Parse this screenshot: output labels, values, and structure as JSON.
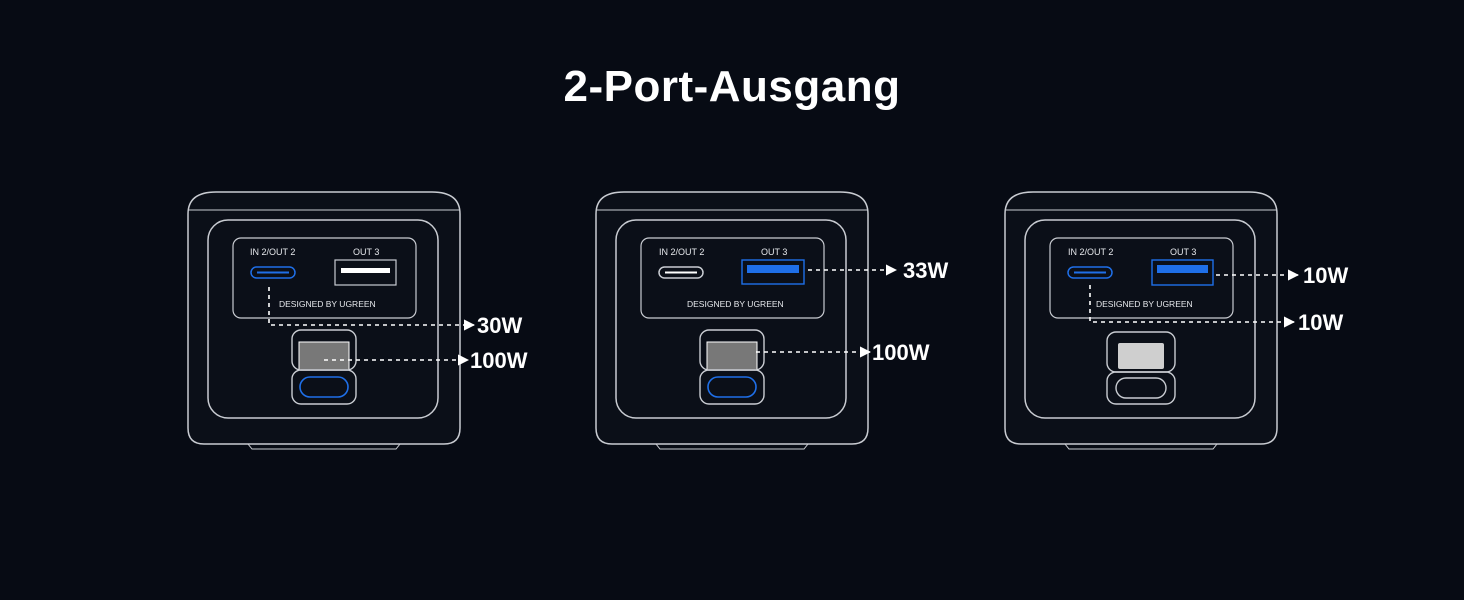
{
  "title": "2-Port-Ausgang",
  "port_labels": {
    "in_out_2": "IN 2/OUT 2",
    "out_3": "OUT 3"
  },
  "brand_text": "DESIGNED BY UGREEN",
  "devices": [
    {
      "active_ports": [
        "usb-c-in2-out2",
        "ac-outlet"
      ],
      "ratings": {
        "usb_c": "30W",
        "ac": "100W"
      }
    },
    {
      "active_ports": [
        "usb-a-out3",
        "ac-outlet"
      ],
      "ratings": {
        "usb_a": "33W",
        "ac": "100W"
      }
    },
    {
      "active_ports": [
        "usb-a-out3",
        "usb-c-in2-out2"
      ],
      "ratings": {
        "usb_a": "10W",
        "usb_c": "10W"
      }
    }
  ],
  "colors": {
    "background": "#070b14",
    "accent_blue": "#1f6fe8",
    "outline": "#c9ccd2",
    "text": "#ffffff"
  }
}
